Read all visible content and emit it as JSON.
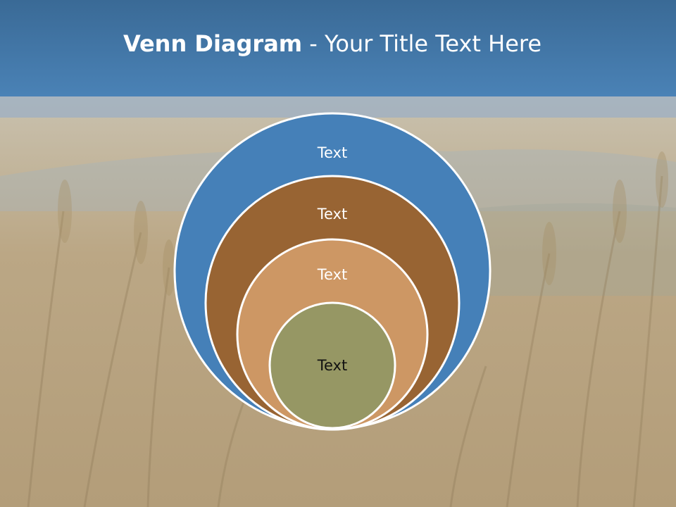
{
  "title": {
    "bold": "Venn Diagram",
    "rest": " - Your Title Text Here"
  },
  "venn": {
    "circles": [
      {
        "label": "Text",
        "color": "#4580b8",
        "text_color": "#ffffff"
      },
      {
        "label": "Text",
        "color": "#986433",
        "text_color": "#ffffff"
      },
      {
        "label": "Text",
        "color": "#cd9764",
        "text_color": "#ffffff"
      },
      {
        "label": "Text",
        "color": "#969764",
        "text_color": "#111111"
      }
    ]
  }
}
